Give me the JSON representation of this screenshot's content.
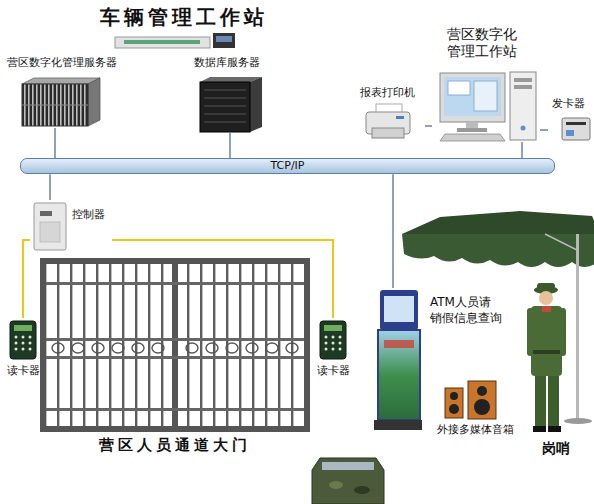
{
  "diagram": {
    "title": "车辆管理工作站",
    "nodes": [
      {
        "text": [
          "营区数字化管理服务器"
        ]
      },
      {
        "text": [
          "数据库服务器"
        ]
      },
      {
        "text": [
          "营区数字化 管理工作站"
        ]
      },
      {
        "text": [
          "报表打印机"
        ]
      },
      {
        "text": [
          "发卡器"
        ]
      },
      {
        "text": [
          "TCP/IP"
        ]
      },
      {
        "text": [
          "控制器"
        ]
      },
      {
        "text": [
          "读卡器"
        ]
      },
      {
        "text": [
          "读卡器"
        ]
      },
      {
        "text": [
          "营区人员通道大门"
        ]
      },
      {
        "text": [
          "ATM人员请 销假信息查询"
        ]
      },
      {
        "text": [
          "外接多媒体音箱"
        ]
      },
      {
        "text": [
          "岗哨"
        ]
      }
    ],
    "edges": [
      {
        "from": 0,
        "to": 5,
        "arrow": "none"
      },
      {
        "from": 1,
        "to": 5,
        "arrow": "none"
      },
      {
        "from": 3,
        "to": 2,
        "arrow": "none"
      },
      {
        "from": 2,
        "to": 4,
        "arrow": "none"
      },
      {
        "from": 2,
        "to": 5,
        "arrow": "none"
      },
      {
        "from": 6,
        "to": 5,
        "arrow": "none"
      },
      {
        "from": 6,
        "to": 7,
        "arrow": "none"
      },
      {
        "from": 6,
        "to": 8,
        "arrow": "none"
      },
      {
        "from": 10,
        "to": 5,
        "arrow": "none"
      }
    ]
  }
}
